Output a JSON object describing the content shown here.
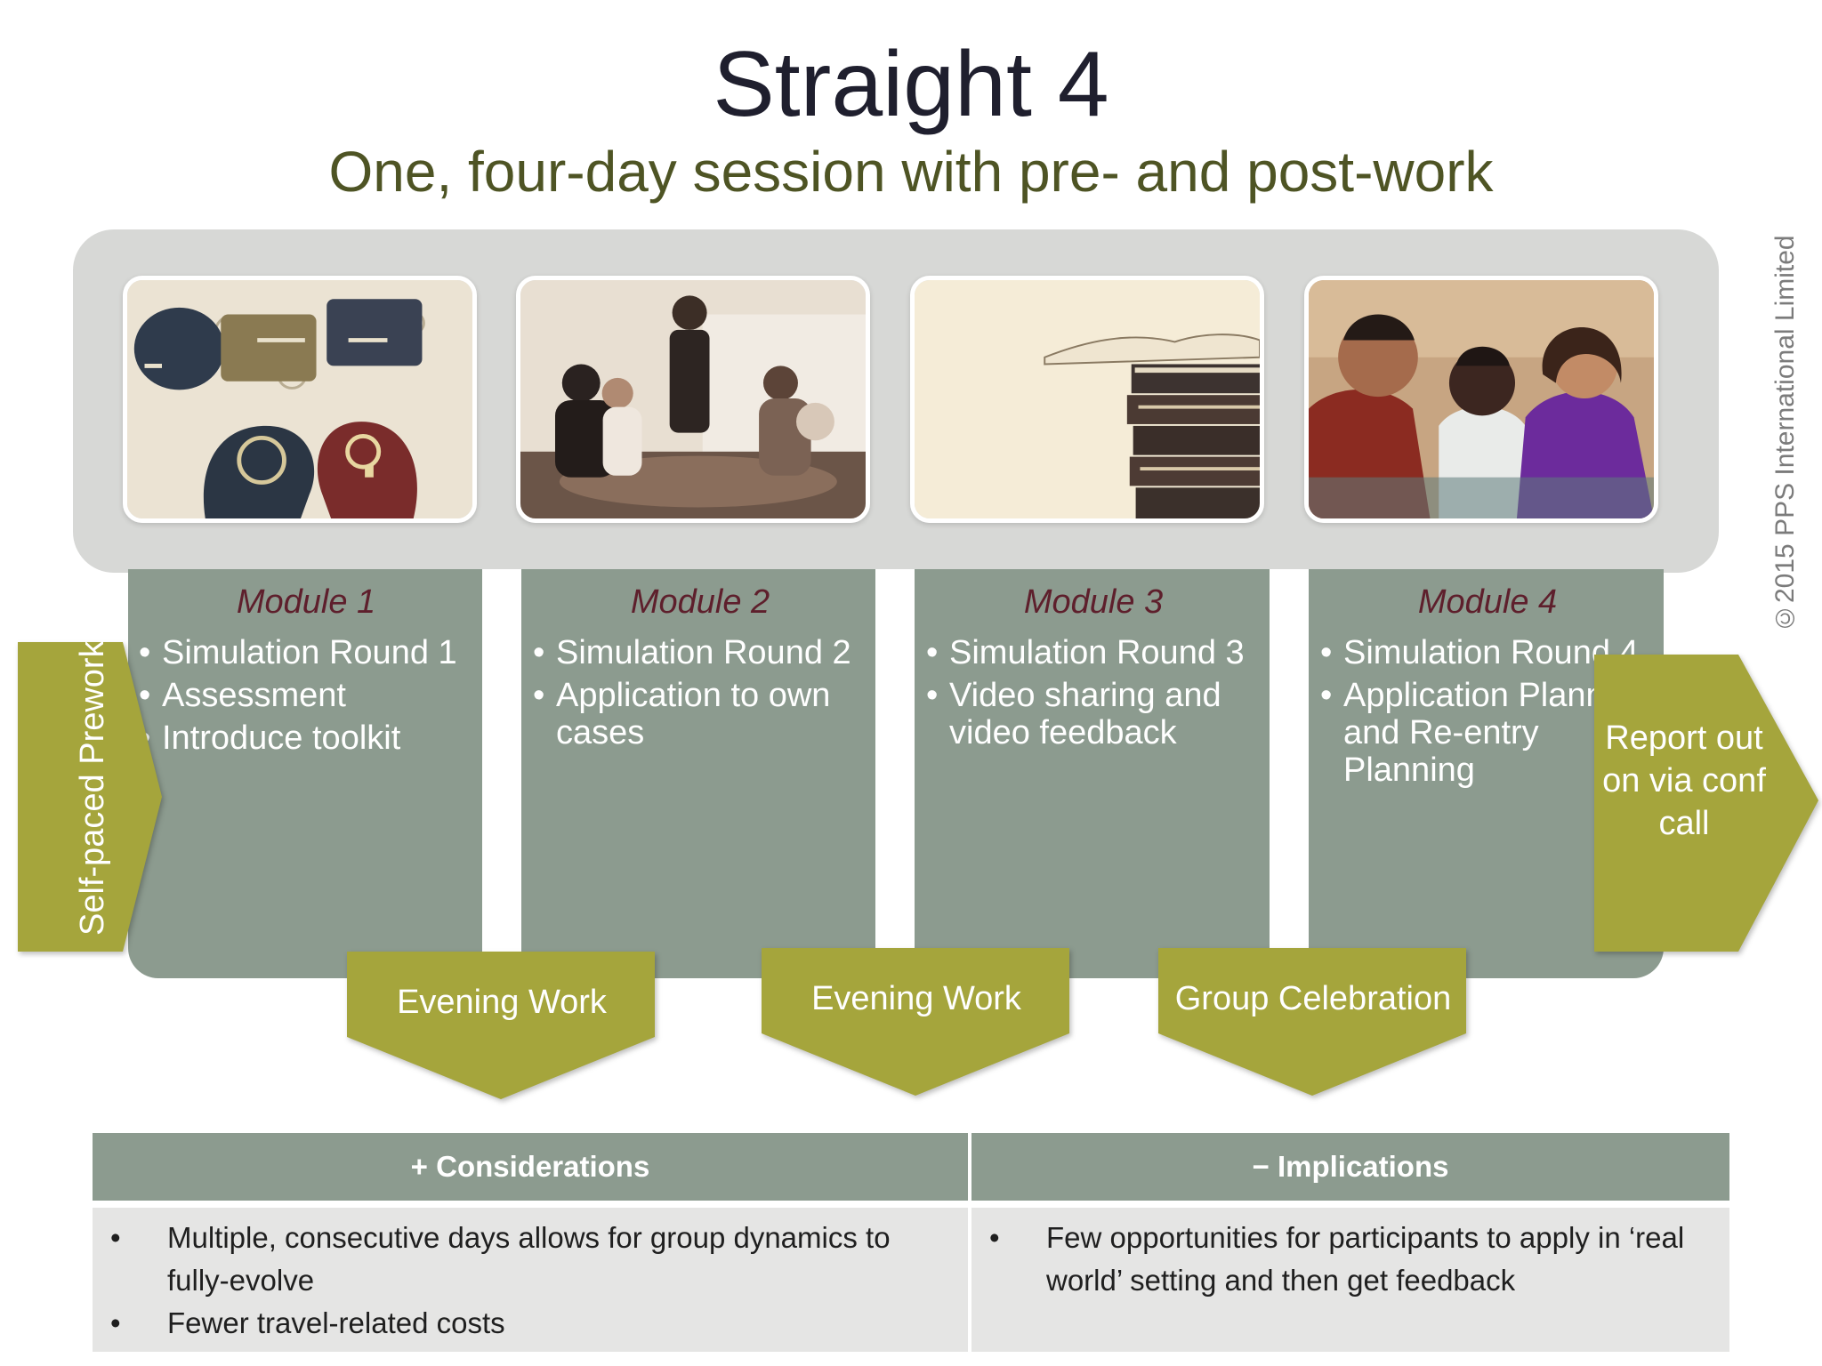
{
  "title": "Straight 4",
  "subtitle": "One, four-day session with pre- and post-work",
  "copyright": "©2015 PPS International Limited",
  "photos": [
    {
      "icon": "brain-process-icon"
    },
    {
      "icon": "presentation-meeting-icon"
    },
    {
      "icon": "book-stack-icon"
    },
    {
      "icon": "group-discussion-icon"
    }
  ],
  "modules": [
    {
      "title": "Module 1",
      "bullets": [
        "Simulation Round 1",
        "Assessment",
        "Introduce toolkit"
      ]
    },
    {
      "title": "Module 2",
      "bullets": [
        "Simulation Round 2",
        "Application to own cases"
      ]
    },
    {
      "title": "Module 3",
      "bullets": [
        "Simulation Round 3",
        "Video sharing and video feedback"
      ]
    },
    {
      "title": "Module 4",
      "bullets": [
        "Simulation Round 4",
        "Application Planning and Re-entry Planning"
      ]
    }
  ],
  "prework": "Self-paced Prework",
  "report": "Report out on via conf call",
  "chevrons": [
    "Evening Work",
    "Evening Work",
    "Group Celebration"
  ],
  "table": {
    "considerations_header": "+ Considerations",
    "implications_header": "−  Implications",
    "considerations": [
      "Multiple, consecutive days allows for group dynamics to fully-evolve",
      "Fewer travel-related costs"
    ],
    "implications": [
      "Few opportunities for participants to apply in ‘real world’ setting and then get feedback"
    ]
  },
  "colors": {
    "olive": "#a5a53c",
    "sage": "#8c9b8f",
    "module_title": "#5e1f2c",
    "subtitle": "#4e5424"
  }
}
